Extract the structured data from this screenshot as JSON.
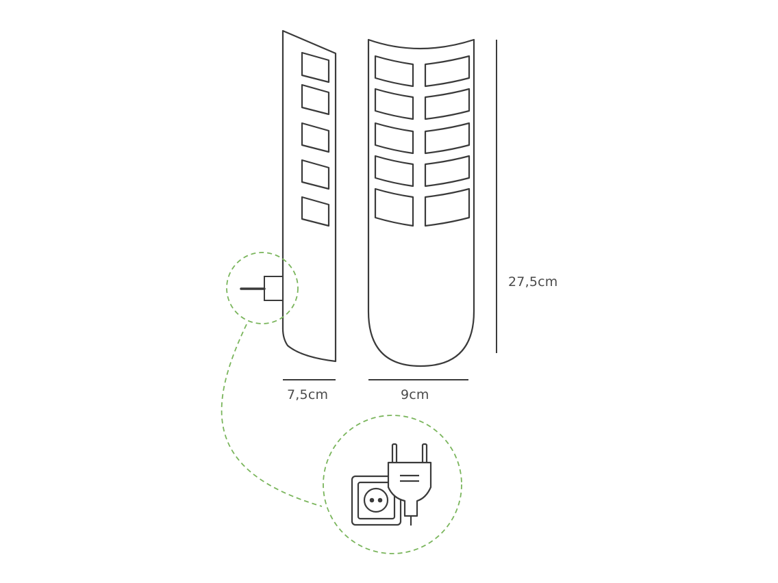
{
  "dimensions": {
    "side_width": "7,5cm",
    "front_width": "9cm",
    "height": "27,5cm"
  },
  "icons": {
    "side_view": "lamp-side-view-icon",
    "front_view": "lamp-front-view-icon",
    "plug": "plug-icon",
    "socket": "wall-socket-icon"
  },
  "colors": {
    "outline": "#3a3a3a",
    "dashed_callout": "#7ab55c",
    "label": "#4a4a4a"
  }
}
